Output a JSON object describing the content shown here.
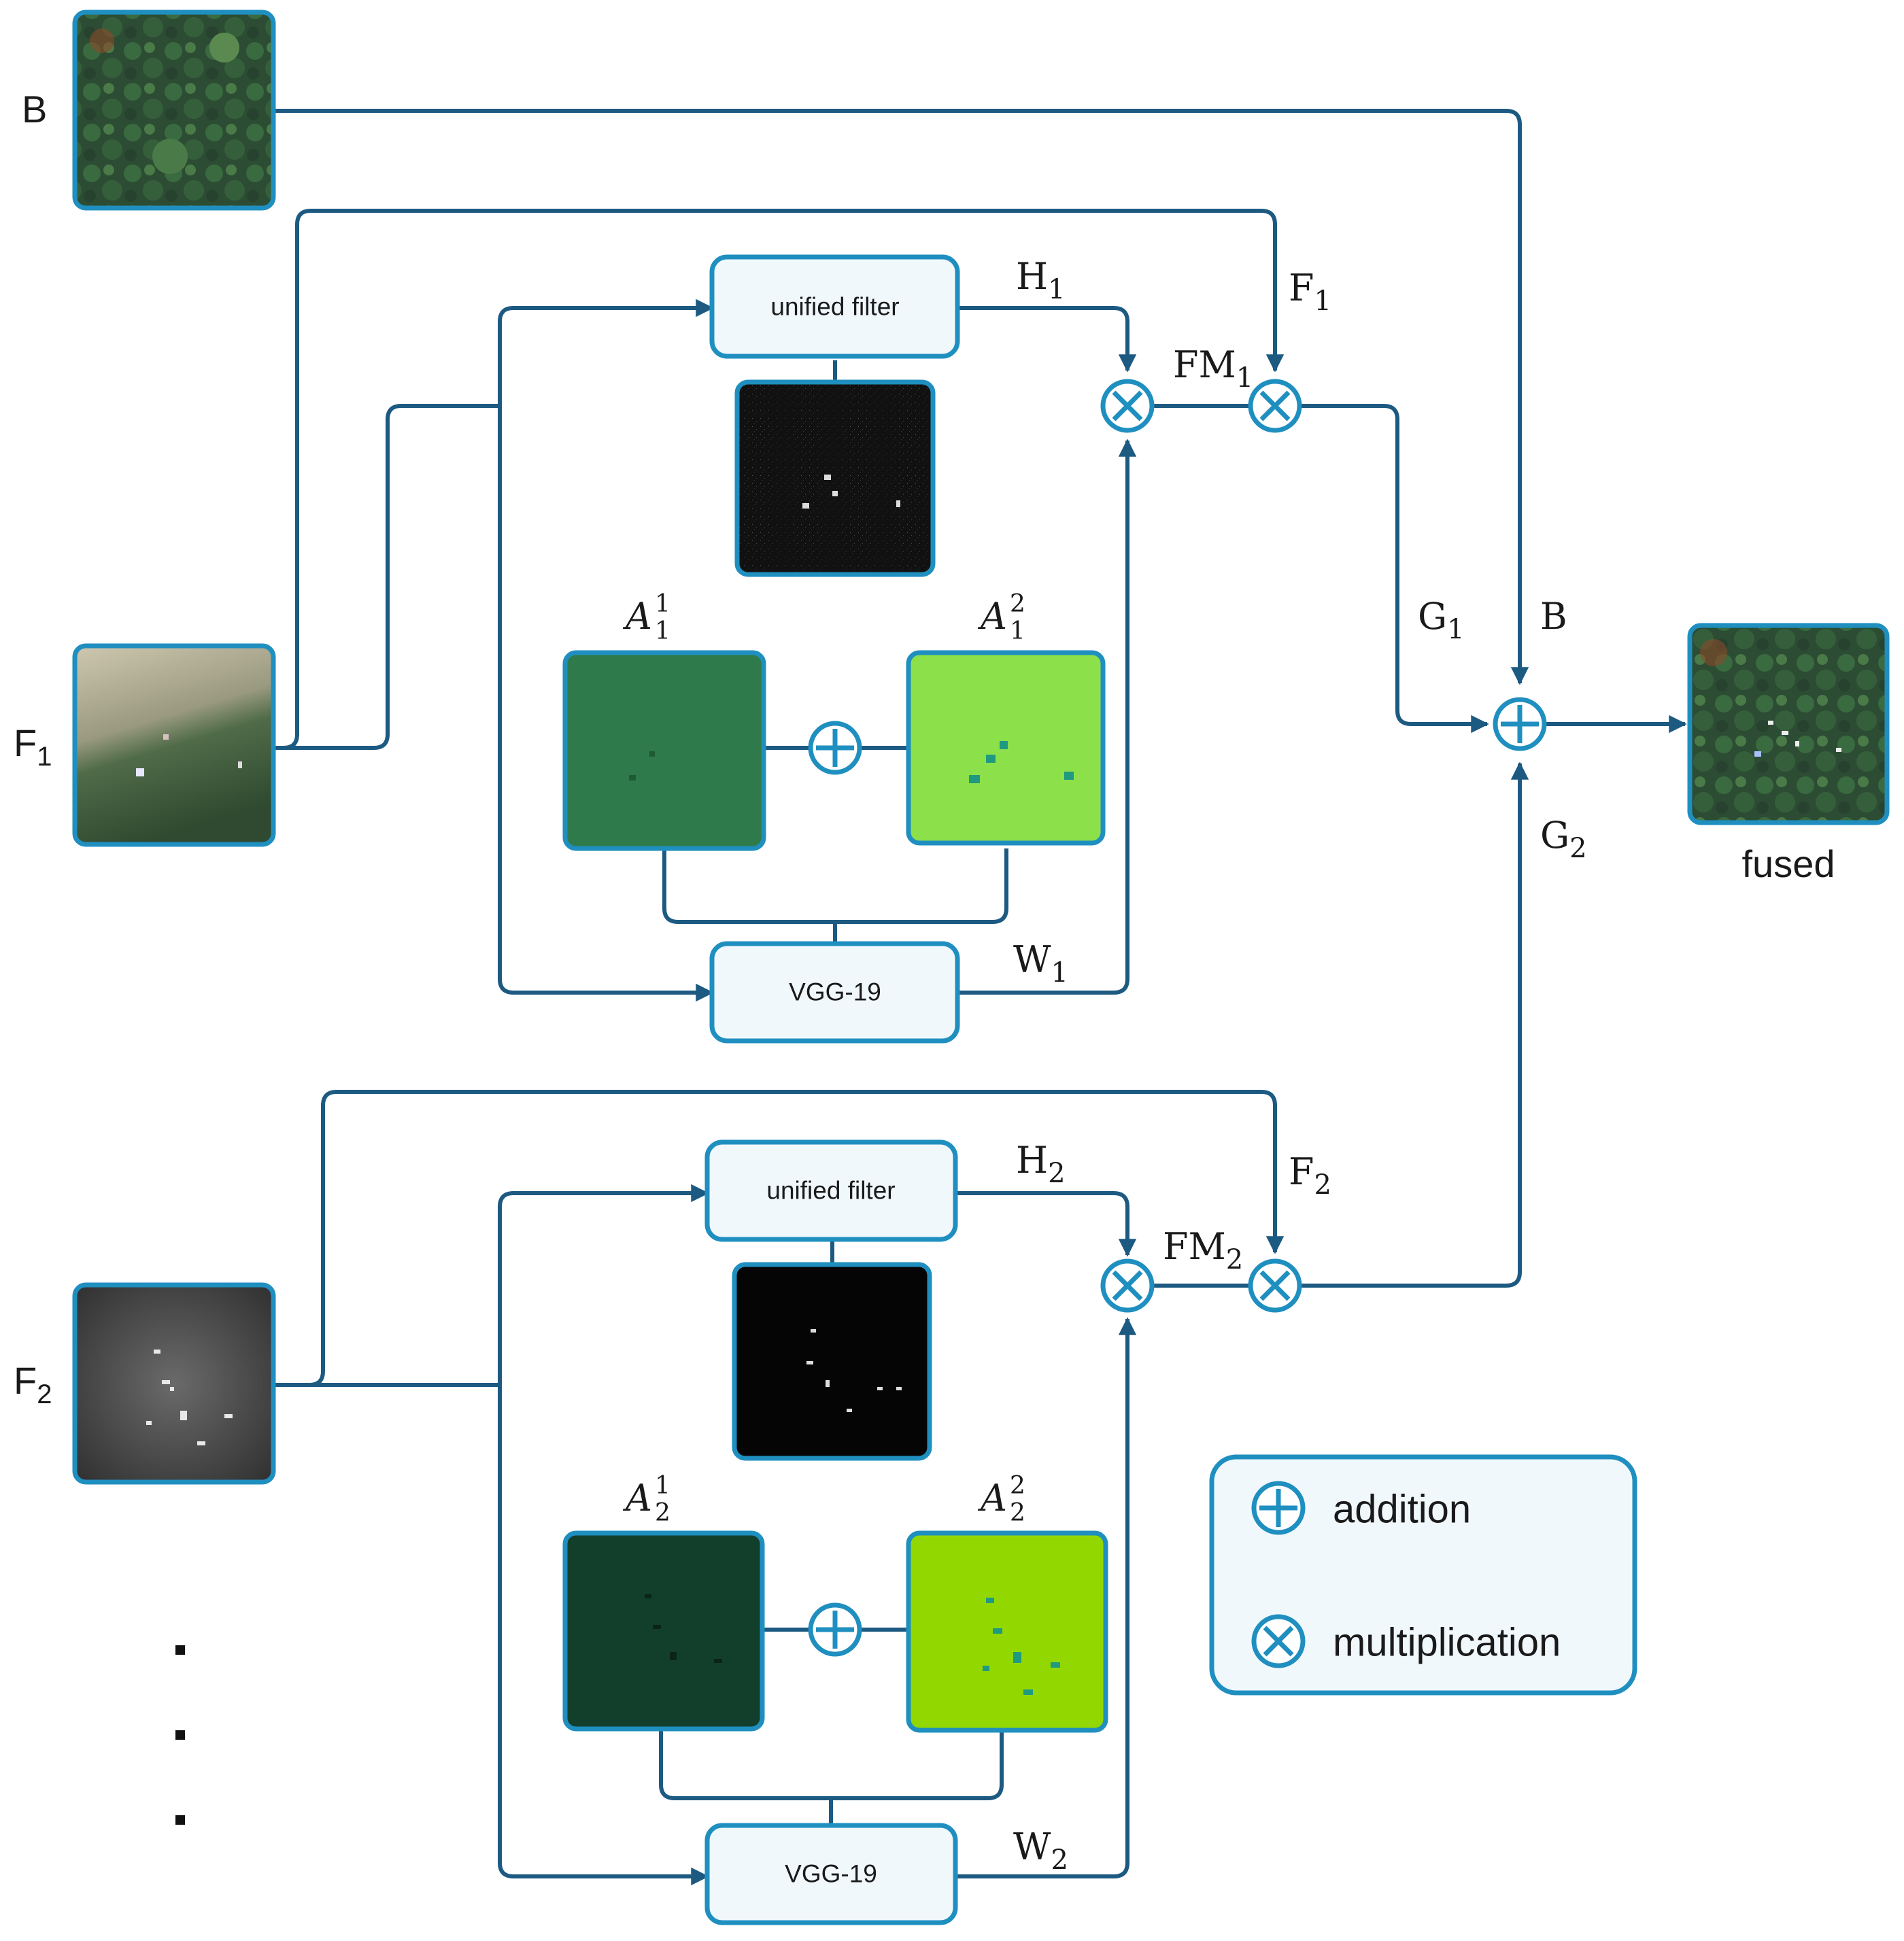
{
  "inputs": {
    "b_label": "B",
    "f1": {
      "main": "F",
      "sub": "1"
    },
    "f2": {
      "main": "F",
      "sub": "2"
    }
  },
  "branch1": {
    "filter_label": "unified filter",
    "vgg_label": "VGG-19",
    "h": {
      "main": "H",
      "sub": "1"
    },
    "w": {
      "main": "W",
      "sub": "1"
    },
    "fm": {
      "main": "FM",
      "sub": "1"
    },
    "f_in": {
      "main": "F",
      "sub": "1"
    },
    "a1": {
      "main": "A",
      "sub": "1",
      "sup": "1"
    },
    "a2": {
      "main": "A",
      "sub": "1",
      "sup": "2"
    }
  },
  "branch2": {
    "filter_label": "unified filter",
    "vgg_label": "VGG-19",
    "h": {
      "main": "H",
      "sub": "2"
    },
    "w": {
      "main": "W",
      "sub": "2"
    },
    "fm": {
      "main": "FM",
      "sub": "2"
    },
    "f_in": {
      "main": "F",
      "sub": "2"
    },
    "a1": {
      "main": "A",
      "sub": "2",
      "sup": "1"
    },
    "a2": {
      "main": "A",
      "sub": "2",
      "sup": "2"
    }
  },
  "fusion": {
    "g1": {
      "main": "G",
      "sub": "1"
    },
    "g2": {
      "main": "G",
      "sub": "2"
    },
    "b_label": "B",
    "output_label": "fused"
  },
  "legend": {
    "addition": "addition",
    "multiplication": "multiplication"
  },
  "colors": {
    "line": "#1d5a82",
    "box_stroke": "#1f8fc0",
    "box_fill": "#f1f8fc"
  }
}
